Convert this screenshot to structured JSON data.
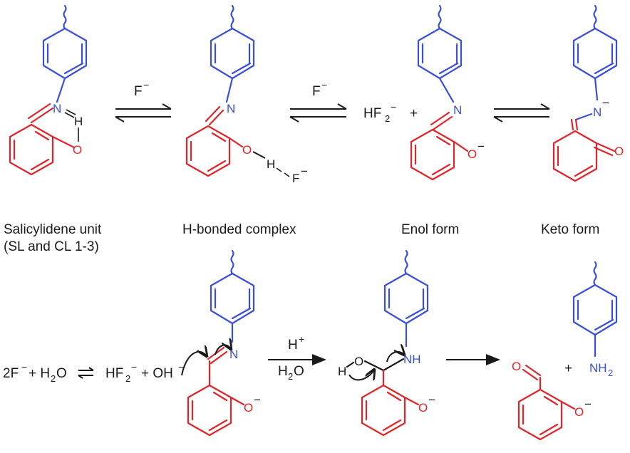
{
  "captions": {
    "salicylidene_1": "Salicylidene unit",
    "salicylidene_2": "(SL and CL 1-3)",
    "hbonded": "H-bonded complex",
    "enol": "Enol form",
    "keto": "Keto form"
  },
  "atoms": {
    "N": "N",
    "H": "H",
    "O": "O",
    "NH": "NH",
    "NH2": "NH",
    "NH2_sub": "2",
    "F": "F",
    "minus": "−"
  },
  "reagents": {
    "F1": "F",
    "F2": "F",
    "HF2": "HF",
    "HF2_sub": "2",
    "plus": "+",
    "Hplus": "H",
    "Hplus_sup": "+",
    "H2O": "H",
    "H2O_sub": "2",
    "H2O_O": "O",
    "eq_lhs": "2F",
    "eq_plus1": "+ H",
    "eq_sub": "2",
    "eq_O": "O",
    "eq_rhs_hf": "HF",
    "eq_rhs_sub": "2",
    "eq_rhs_plus": "+ OH"
  },
  "colors": {
    "aryl": "#3a4fd8",
    "salicyl": "#e0242a",
    "text": "#1a1a1a"
  }
}
